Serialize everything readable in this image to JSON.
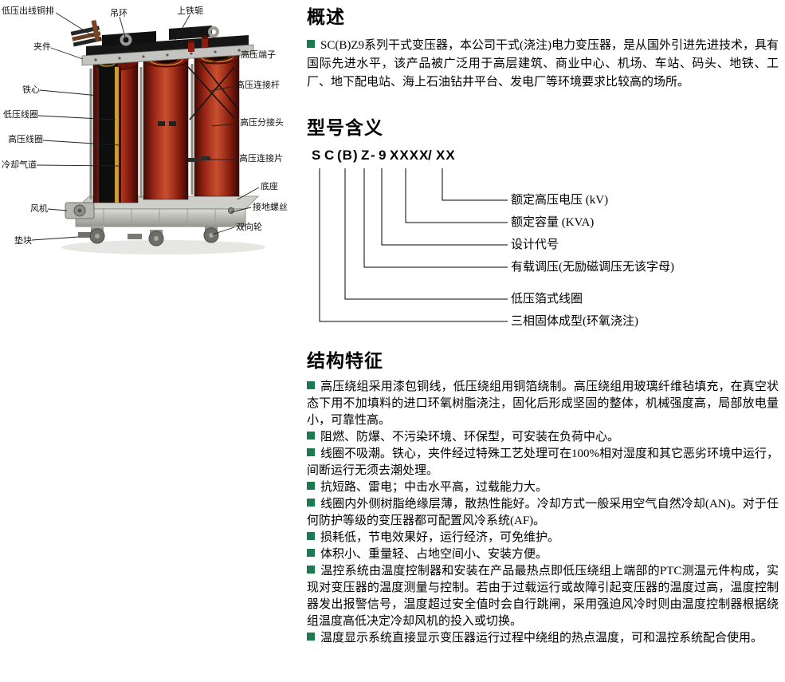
{
  "page": {
    "background": "#ffffff"
  },
  "colors": {
    "bullet": "#1b7a4f",
    "text": "#000000",
    "coil_red": "#9c2414",
    "base_gray": "#b5b5b0"
  },
  "diagram": {
    "illustration": "dry-type-cast-resin-transformer-photo",
    "labels": [
      {
        "text": "低压出线铜排"
      },
      {
        "text": "吊环"
      },
      {
        "text": "上铁轭"
      },
      {
        "text": "夹件"
      },
      {
        "text": "高压端子"
      },
      {
        "text": "铁心"
      },
      {
        "text": "高压连接杆"
      },
      {
        "text": "低压线圈"
      },
      {
        "text": "高压分接头"
      },
      {
        "text": "高压线圈"
      },
      {
        "text": "冷却气道"
      },
      {
        "text": "高压连接片"
      },
      {
        "text": "底座"
      },
      {
        "text": "风机"
      },
      {
        "text": "接地螺丝"
      },
      {
        "text": "双向轮"
      },
      {
        "text": "垫块"
      }
    ]
  },
  "overview": {
    "title": "概述",
    "paragraph": "SC(B)Z9系列干式变压器，本公司干式(浇注)电力变压器，是从国外引进先进技术，具有国际先进水平，该产品被广泛用于高层建筑、商业中心、机场、车站、码头、地铁、工厂、地下配电站、海上石油钻井平台、发电厂等环境要求比较高的场所。"
  },
  "model": {
    "title": "型号含义",
    "code": [
      "S",
      "C",
      "(B)",
      "Z",
      "-",
      "9",
      "XXXX",
      "/",
      "XX"
    ],
    "labels": [
      "额定高压电压 (kV)",
      "额定容量 (KVA)",
      "设计代号",
      "有载调压(无励磁调压无该字母)",
      "低压箔式线圈",
      "三相固体成型(环氧浇注)"
    ]
  },
  "features": {
    "title": "结构特征",
    "items": [
      "高压绕组采用漆包铜线，低压绕组用铜箔绕制。高压绕组用玻璃纤维毡填充，在真空状态下用不加填料的进口环氧树脂浇注，固化后形成坚固的整体，机械强度高，局部放电量小，可靠性高。",
      "阻燃、防爆、不污染环境、环保型，可安装在负荷中心。",
      "线圈不吸潮。铁心，夹件经过特殊工艺处理可在100%相对湿度和其它恶劣环境中运行，间断运行无须去潮处理。",
      "抗短路、雷电；中击水平高，过载能力大。",
      "线圈内外侧树脂绝缘层薄，散热性能好。冷却方式一般采用空气自然冷却(AN)。对于任何防护等级的变压器都可配置风冷系统(AF)。",
      "损耗低，节电效果好，运行经济，可免维护。",
      "体积小、重量轻、占地空间小、安装方便。",
      "温控系统由温度控制器和安装在产品最热点即低压绕组上端部的PTC测温元件构成，实现对变压器的温度测量与控制。若由于过载运行或故障引起变压器的温度过高，温度控制器发出报警信号，温度超过安全值时会自行跳闸，采用强迫风冷时则由温度控制器根据绕组温度高低决定冷却风机的投入或切换。",
      "温度显示系统直接显示变压器运行过程中绕组的热点温度，可和温控系统配合使用。"
    ]
  }
}
